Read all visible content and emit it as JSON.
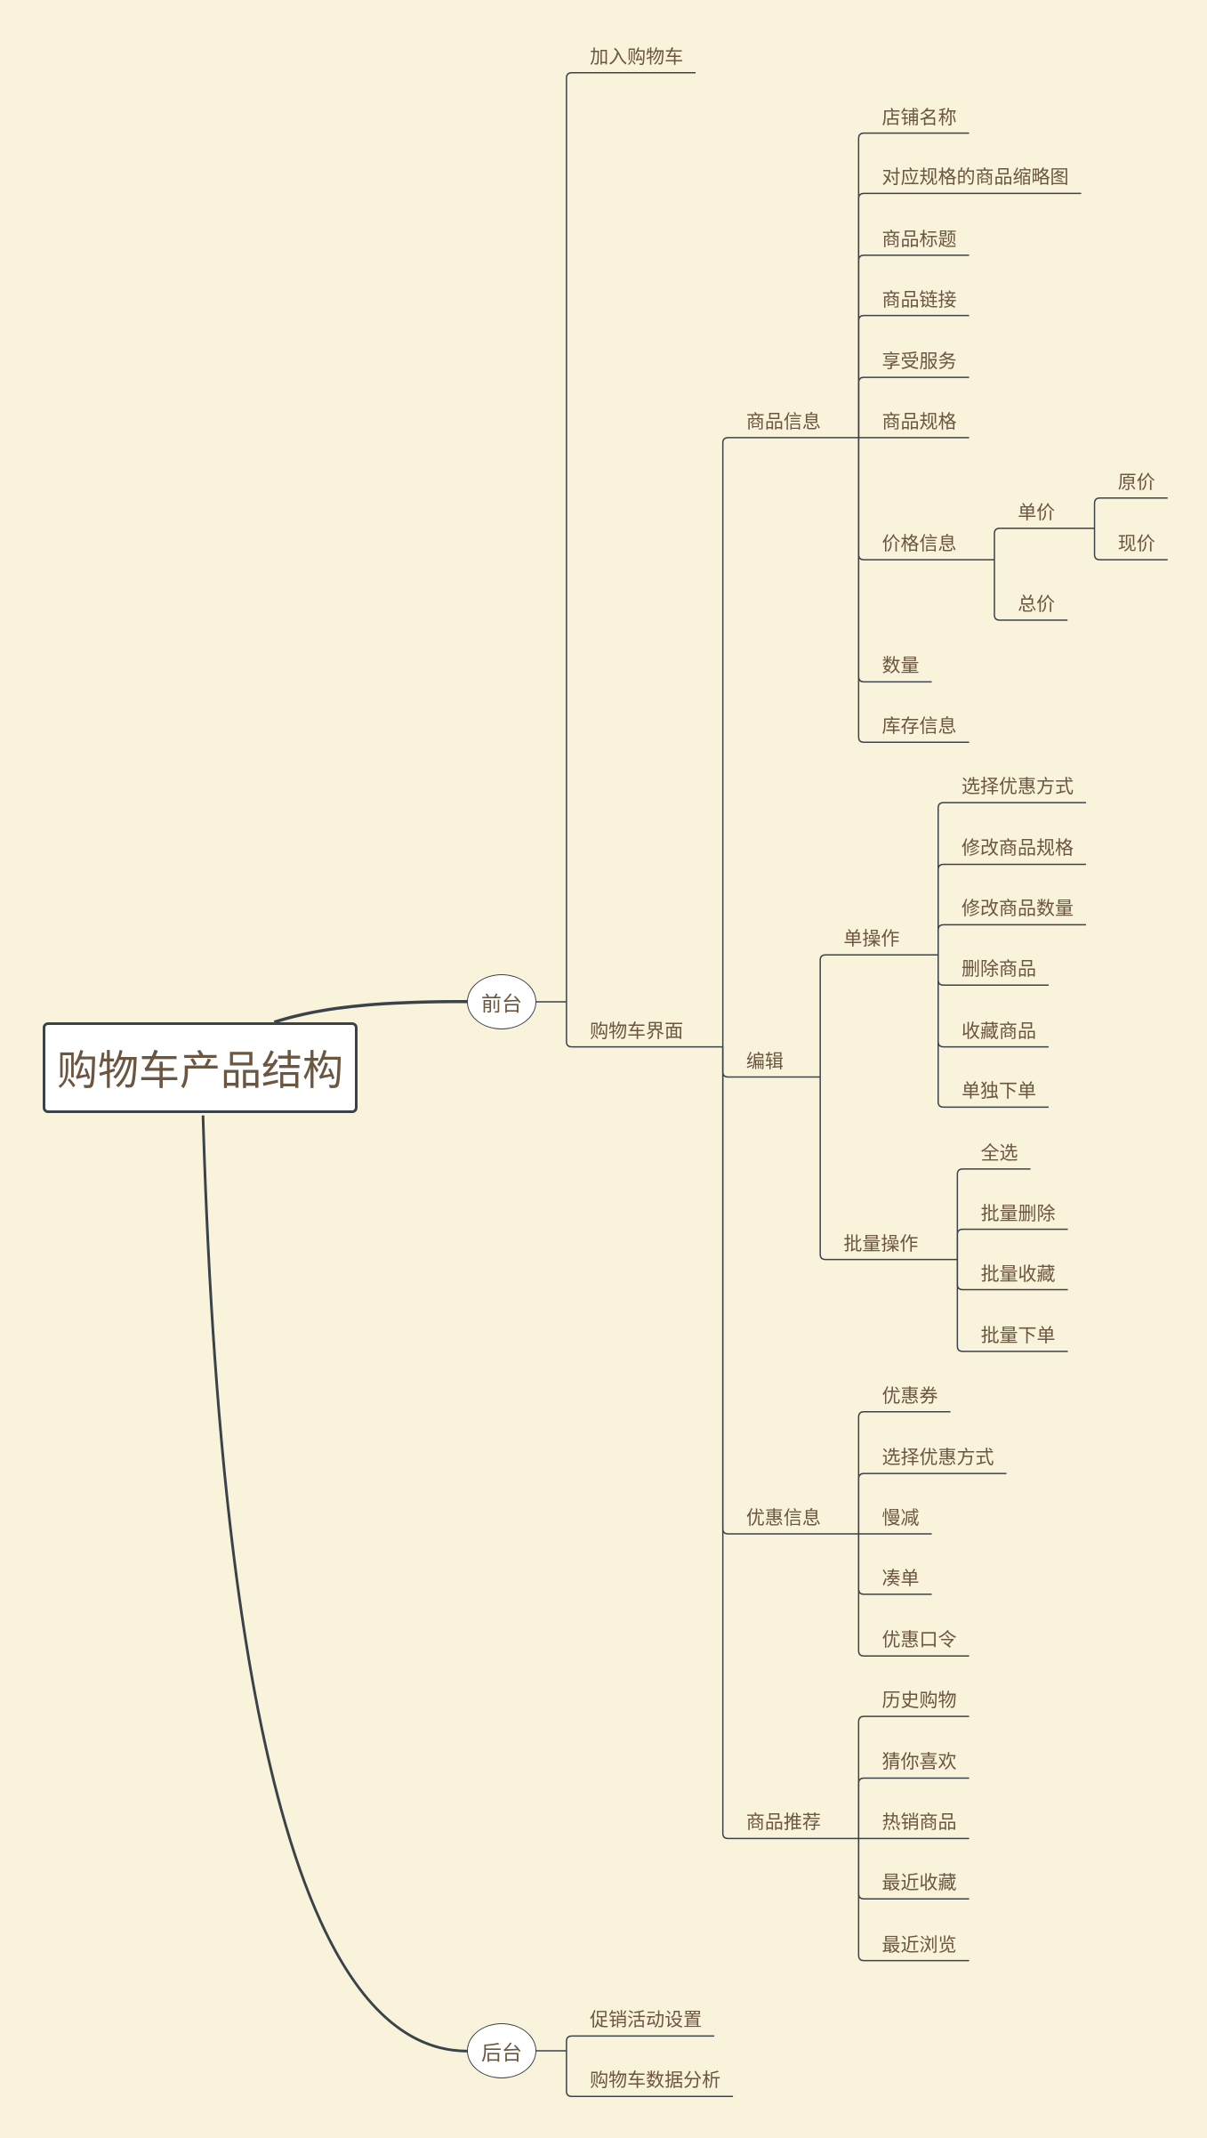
{
  "root": {
    "title": "购物车产品结构"
  },
  "branches": [
    {
      "label": "前台",
      "children": [
        {
          "label": "加入购物车"
        },
        {
          "label": "购物车界面",
          "children": [
            {
              "label": "商品信息",
              "children": [
                {
                  "label": "店铺名称"
                },
                {
                  "label": "对应规格的商品缩略图"
                },
                {
                  "label": "商品标题"
                },
                {
                  "label": "商品链接"
                },
                {
                  "label": "享受服务"
                },
                {
                  "label": "商品规格"
                },
                {
                  "label": "价格信息",
                  "children": [
                    {
                      "label": "单价",
                      "children": [
                        {
                          "label": "原价"
                        },
                        {
                          "label": "现价"
                        }
                      ]
                    },
                    {
                      "label": "总价"
                    }
                  ]
                },
                {
                  "label": "数量"
                },
                {
                  "label": "库存信息"
                }
              ]
            },
            {
              "label": "编辑",
              "children": [
                {
                  "label": "单操作",
                  "children": [
                    {
                      "label": "选择优惠方式"
                    },
                    {
                      "label": "修改商品规格"
                    },
                    {
                      "label": "修改商品数量"
                    },
                    {
                      "label": "删除商品"
                    },
                    {
                      "label": "收藏商品"
                    },
                    {
                      "label": "单独下单"
                    }
                  ]
                },
                {
                  "label": "批量操作",
                  "children": [
                    {
                      "label": "全选"
                    },
                    {
                      "label": "批量删除"
                    },
                    {
                      "label": "批量收藏"
                    },
                    {
                      "label": "批量下单"
                    }
                  ]
                }
              ]
            },
            {
              "label": "优惠信息",
              "children": [
                {
                  "label": "优惠券"
                },
                {
                  "label": "选择优惠方式"
                },
                {
                  "label": "慢减"
                },
                {
                  "label": "凑单"
                },
                {
                  "label": "优惠口令"
                }
              ]
            },
            {
              "label": "商品推荐",
              "children": [
                {
                  "label": "历史购物"
                },
                {
                  "label": "猜你喜欢"
                },
                {
                  "label": "热销商品"
                },
                {
                  "label": "最近收藏"
                },
                {
                  "label": "最近浏览"
                }
              ]
            }
          ]
        }
      ]
    },
    {
      "label": "后台",
      "children": [
        {
          "label": "促销活动设置"
        },
        {
          "label": "购物车数据分析"
        }
      ]
    }
  ],
  "colors": {
    "background": "#faf3dc",
    "line": "#3a434a",
    "text": "#6b5641"
  }
}
